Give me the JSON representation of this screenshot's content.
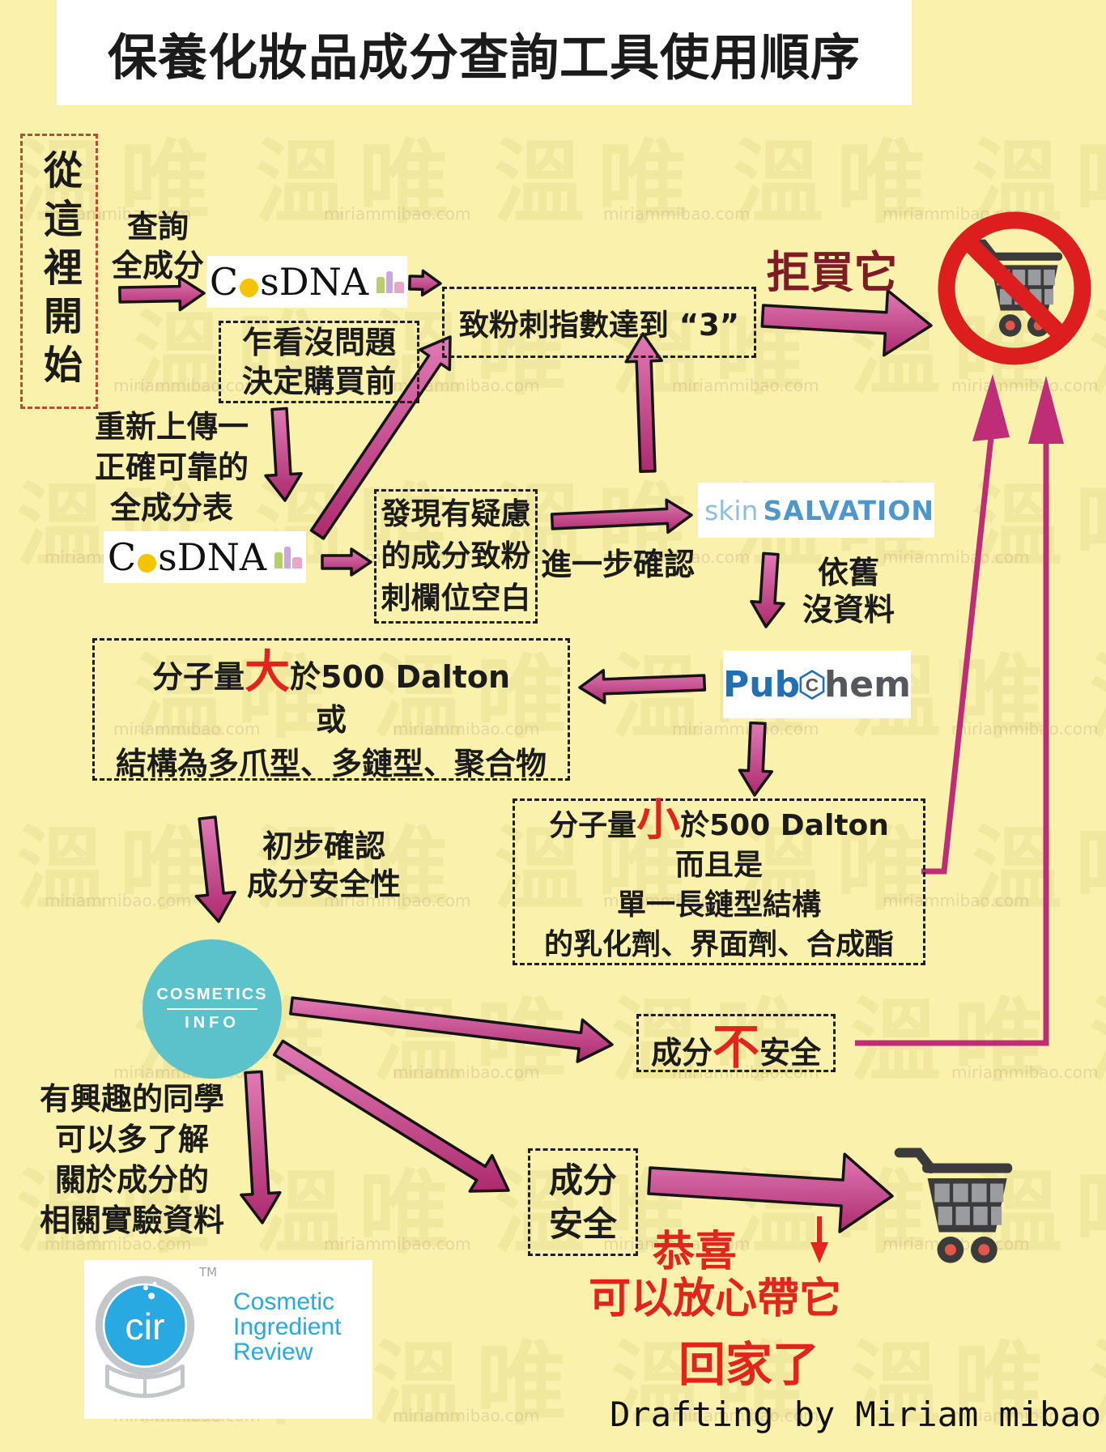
{
  "title": "保養化妝品成分查詢工具使用順序",
  "start": "從這裡開始",
  "query": [
    "查詢",
    "全成分"
  ],
  "cosdna": {
    "pre": "C",
    "o": "o",
    "post": "sDNA"
  },
  "acne_box": "致粉刺指數達到 “3”",
  "reject": "拒買它",
  "firstlook": [
    "乍看沒問題",
    "決定購買前"
  ],
  "reupload": [
    "重新上傳一",
    "正確可靠的",
    "全成分表"
  ],
  "doubt": [
    "發現有疑慮",
    "的成分致粉",
    "刺欄位空白"
  ],
  "further": "進一步確認",
  "skinsalvation": {
    "skin": "skin",
    "salvation": "SALVATION"
  },
  "still_no_data": [
    "依舊",
    "沒資料"
  ],
  "pubchem": {
    "pub": "Pub",
    "c": "C",
    "hem": "hem"
  },
  "large_box": {
    "pre": "分子量",
    "red": "大",
    "post": "於500 Dalton",
    "or": "或",
    "line3": "結構為多爪型、多鏈型、聚合物"
  },
  "small_box": {
    "pre": "分子量",
    "red": "小",
    "post": "於500 Dalton",
    "l2": "而且是",
    "l3": "單一長鏈型結構",
    "l4": "的乳化劑、界面劑、合成酯"
  },
  "initial_check": [
    "初步確認",
    "成分安全性"
  ],
  "cosmetics_info": {
    "line1": "COSMETICS",
    "line2": "INFO"
  },
  "unsafe": {
    "pre": "成分",
    "red": "不",
    "post": "安全"
  },
  "interest": [
    "有興趣的同學",
    "可以多了解",
    "關於成分的",
    "相關實驗資料"
  ],
  "cir": {
    "abbr": "cir",
    "tm": "TM",
    "lines": [
      "Cosmetic",
      "Ingredient",
      "Review"
    ]
  },
  "safe": [
    "成分",
    "安全"
  ],
  "congrats": "恭喜",
  "takehome": "可以放心帶它",
  "gohome": "回家了",
  "credit": "Drafting by Miriam mibao",
  "watermark": {
    "cjk": "溫唯",
    "url": "miriammibao.com"
  },
  "colors": {
    "background": "#FAF2AC",
    "arrow_pink": "#C23A80",
    "thin_arrow_pink": "#BE2D76",
    "accent_red": "#E3241D",
    "dark_red": "#7E1C25",
    "ban_red": "#DD1E1E",
    "teal": "#5BC1CA",
    "skin_light_blue": "#8FBFE0",
    "salvation_blue": "#4E97CC",
    "pubchem_blue": "#2170B5",
    "pubchem_gray": "#55575A",
    "cir_blue": "#29A9E1",
    "cart_gray": "#3B3B3B",
    "cosdna_yellow": "#F4C400"
  }
}
